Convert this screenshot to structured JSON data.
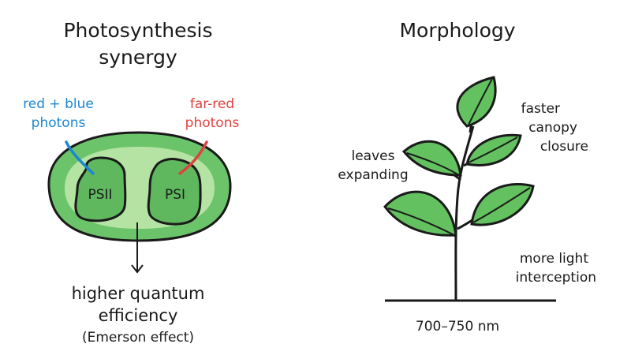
{
  "left": {
    "title_line1": "Photosynthesis",
    "title_line2": "synergy",
    "blue_label_line1": "red + blue",
    "blue_label_line2": "photons",
    "red_label_line1": "far-red",
    "red_label_line2": "photons",
    "psii_label": "PSII",
    "psi_label": "PSI",
    "result_line1": "higher quantum",
    "result_line2": "efficiency",
    "result_note": "(Emerson effect)"
  },
  "right": {
    "title": "Morphology",
    "leaves_line1": "leaves",
    "leaves_line2": "expanding",
    "canopy_line1": "faster",
    "canopy_line2": "canopy",
    "canopy_line3": "closure",
    "light_line1": "more light",
    "light_line2": "interception",
    "wavelength": "700–750 nm"
  },
  "colors": {
    "chloroplast_outer": "#6cc46a",
    "chloroplast_inner": "#b5e3a4",
    "photosystem": "#5fb85e",
    "leaf": "#63c25f",
    "blue_accent": "#1a87d2",
    "red_accent": "#e0413f",
    "stroke": "#1a1a1a"
  }
}
